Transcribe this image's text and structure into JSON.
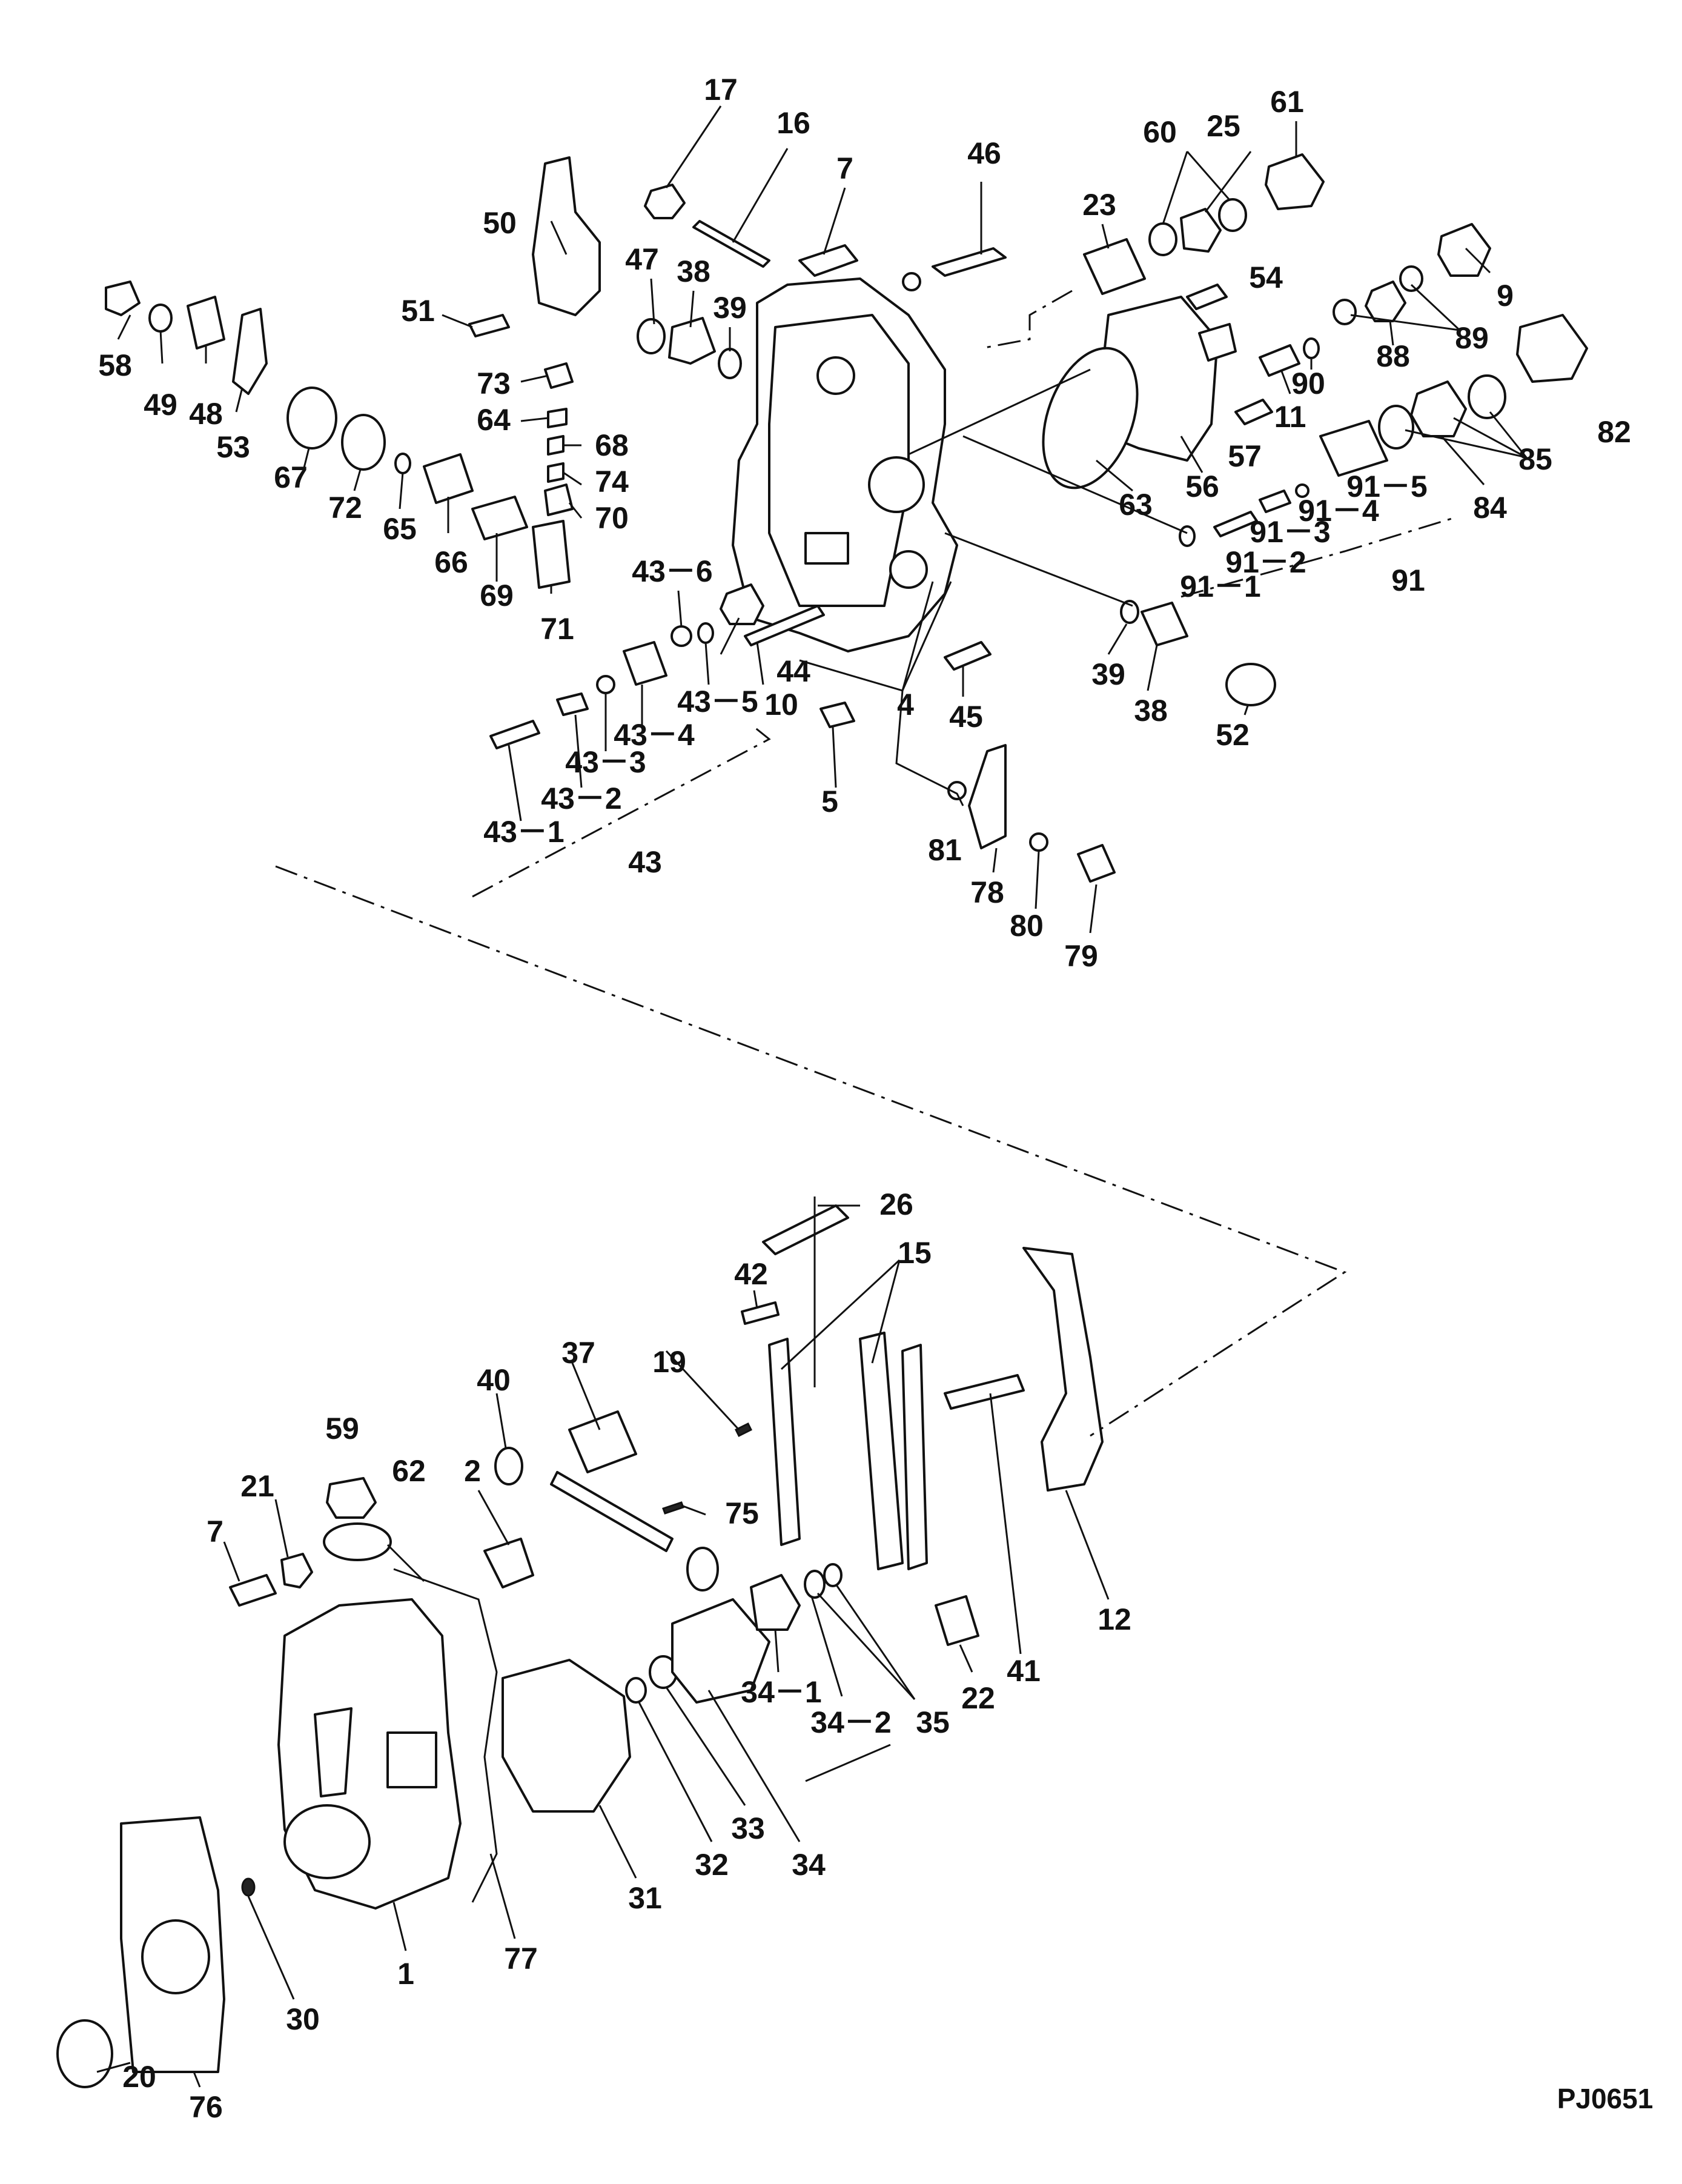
{
  "drawing_code": "PJ0651",
  "callouts": [
    {
      "id": "c17",
      "text": "17"
    },
    {
      "id": "c16",
      "text": "16"
    },
    {
      "id": "c7a",
      "text": "7"
    },
    {
      "id": "c46",
      "text": "46"
    },
    {
      "id": "c60",
      "text": "60"
    },
    {
      "id": "c25",
      "text": "25"
    },
    {
      "id": "c61",
      "text": "61"
    },
    {
      "id": "c23",
      "text": "23"
    },
    {
      "id": "c50",
      "text": "50"
    },
    {
      "id": "c47",
      "text": "47"
    },
    {
      "id": "c38a",
      "text": "38"
    },
    {
      "id": "c39a",
      "text": "39"
    },
    {
      "id": "c54",
      "text": "54"
    },
    {
      "id": "c9",
      "text": "9"
    },
    {
      "id": "c58",
      "text": "58"
    },
    {
      "id": "c51",
      "text": "51"
    },
    {
      "id": "c49",
      "text": "49"
    },
    {
      "id": "c48",
      "text": "48"
    },
    {
      "id": "c53",
      "text": "53"
    },
    {
      "id": "c73",
      "text": "73"
    },
    {
      "id": "c64",
      "text": "64"
    },
    {
      "id": "c68",
      "text": "68"
    },
    {
      "id": "c74",
      "text": "74"
    },
    {
      "id": "c70",
      "text": "70"
    },
    {
      "id": "c67",
      "text": "67"
    },
    {
      "id": "c72",
      "text": "72"
    },
    {
      "id": "c65",
      "text": "65"
    },
    {
      "id": "c66",
      "text": "66"
    },
    {
      "id": "c69",
      "text": "69"
    },
    {
      "id": "c71",
      "text": "71"
    },
    {
      "id": "c89",
      "text": "89"
    },
    {
      "id": "c88",
      "text": "88"
    },
    {
      "id": "c90",
      "text": "90"
    },
    {
      "id": "c82",
      "text": "82"
    },
    {
      "id": "c11",
      "text": "11"
    },
    {
      "id": "c57",
      "text": "57"
    },
    {
      "id": "c85",
      "text": "85"
    },
    {
      "id": "c63",
      "text": "63"
    },
    {
      "id": "c56",
      "text": "56"
    },
    {
      "id": "c84",
      "text": "84"
    },
    {
      "id": "c91_5",
      "text": "91－5"
    },
    {
      "id": "c91_4",
      "text": "91－4"
    },
    {
      "id": "c91_3",
      "text": "91－3"
    },
    {
      "id": "c91_2",
      "text": "91－2"
    },
    {
      "id": "c91_1",
      "text": "91－1"
    },
    {
      "id": "c91",
      "text": "91"
    },
    {
      "id": "c43_6",
      "text": "43－6"
    },
    {
      "id": "c44",
      "text": "44"
    },
    {
      "id": "c43_5",
      "text": "43－5"
    },
    {
      "id": "c10",
      "text": "10"
    },
    {
      "id": "c4",
      "text": "4"
    },
    {
      "id": "c45",
      "text": "45"
    },
    {
      "id": "c39b",
      "text": "39"
    },
    {
      "id": "c38b",
      "text": "38"
    },
    {
      "id": "c52",
      "text": "52"
    },
    {
      "id": "c43_4",
      "text": "43－4"
    },
    {
      "id": "c43_3",
      "text": "43－3"
    },
    {
      "id": "c43_2",
      "text": "43－2"
    },
    {
      "id": "c43_1",
      "text": "43－1"
    },
    {
      "id": "c43",
      "text": "43"
    },
    {
      "id": "c5",
      "text": "5"
    },
    {
      "id": "c81",
      "text": "81"
    },
    {
      "id": "c78",
      "text": "78"
    },
    {
      "id": "c80",
      "text": "80"
    },
    {
      "id": "c79",
      "text": "79"
    },
    {
      "id": "c26",
      "text": "26"
    },
    {
      "id": "c15",
      "text": "15"
    },
    {
      "id": "c42",
      "text": "42"
    },
    {
      "id": "c37",
      "text": "37"
    },
    {
      "id": "c19",
      "text": "19"
    },
    {
      "id": "c40",
      "text": "40"
    },
    {
      "id": "c59",
      "text": "59"
    },
    {
      "id": "c62",
      "text": "62"
    },
    {
      "id": "c2",
      "text": "2"
    },
    {
      "id": "c21",
      "text": "21"
    },
    {
      "id": "c75",
      "text": "75"
    },
    {
      "id": "c7b",
      "text": "7"
    },
    {
      "id": "c41",
      "text": "41"
    },
    {
      "id": "c12",
      "text": "12"
    },
    {
      "id": "c22",
      "text": "22"
    },
    {
      "id": "c34_1",
      "text": "34－1"
    },
    {
      "id": "c34_2",
      "text": "34－2"
    },
    {
      "id": "c35",
      "text": "35"
    },
    {
      "id": "c33",
      "text": "33"
    },
    {
      "id": "c32",
      "text": "32"
    },
    {
      "id": "c34",
      "text": "34"
    },
    {
      "id": "c31",
      "text": "31"
    },
    {
      "id": "c77",
      "text": "77"
    },
    {
      "id": "c1",
      "text": "1"
    },
    {
      "id": "c30",
      "text": "30"
    },
    {
      "id": "c20",
      "text": "20"
    },
    {
      "id": "c76",
      "text": "76"
    }
  ]
}
